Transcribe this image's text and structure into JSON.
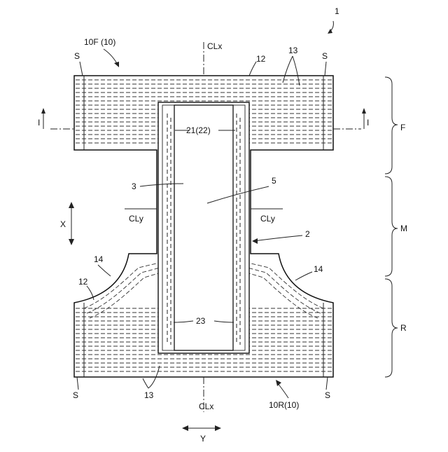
{
  "figure": {
    "ref_main": "1",
    "front_label": "10F (10)",
    "rear_label": "10R(10)",
    "labels": {
      "s": "S",
      "clx": "CLx",
      "cly": "CLy",
      "n12": "12",
      "n13": "13",
      "n14": "14",
      "n2": "2",
      "n3": "3",
      "n5": "5",
      "n21": "21(22)",
      "n23": "23",
      "i": "I",
      "f": "F",
      "m": "M",
      "r": "R",
      "x": "X",
      "y": "Y"
    }
  }
}
